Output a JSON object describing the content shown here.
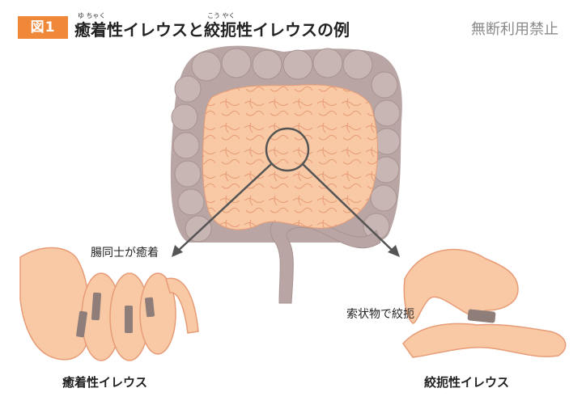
{
  "header": {
    "figure_label": "図1",
    "title": "癒着性イレウスと絞扼性イレウスの例",
    "ruby_adhesion": "ゆ ちゃく",
    "ruby_strangulation": "こう やく"
  },
  "watermark": "無断利用禁止",
  "left_panel": {
    "annotation": "腸同士が癒着",
    "caption": "癒着性イレウス"
  },
  "right_panel": {
    "annotation": "索状物で絞扼",
    "caption": "絞扼性イレウス"
  },
  "colors": {
    "accent": "#f0883a",
    "colon": "#b9a6a4",
    "small_intestine": "#f8c9a4",
    "band": "#8f7d7a"
  }
}
